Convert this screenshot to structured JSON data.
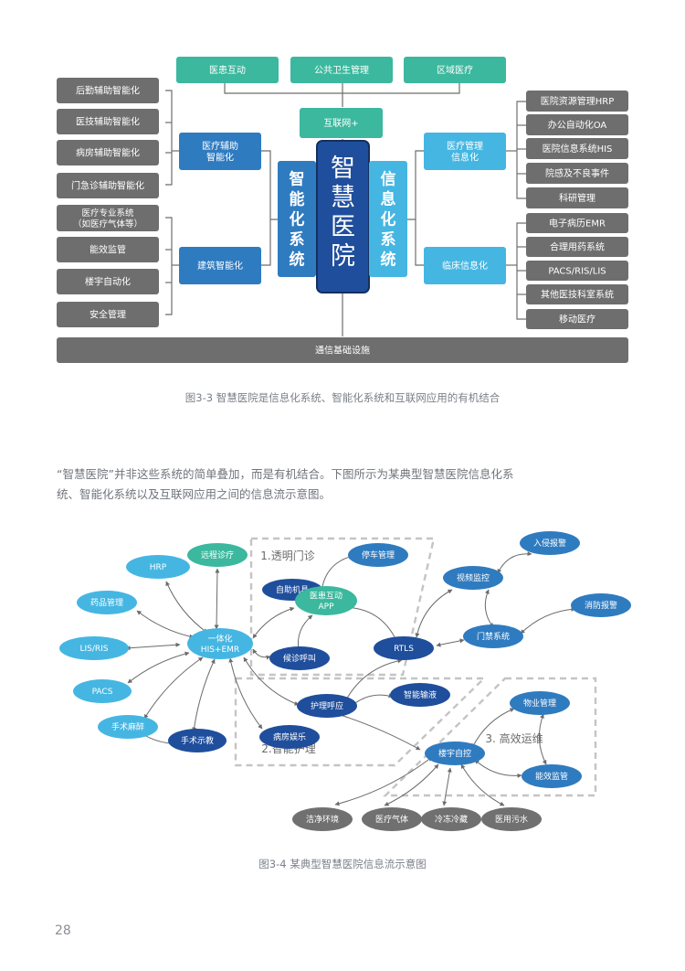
{
  "figure1": {
    "top_boxes": [
      "医患互动",
      "公共卫生管理",
      "区域医疗"
    ],
    "internet": "互联网+",
    "center": "智慧医院",
    "left_system": "智能化系统",
    "right_system": "信息化系统",
    "left_mid": [
      "医疗辅助智能化",
      "建筑智能化"
    ],
    "right_mid": [
      "医疗管理信息化",
      "临床信息化"
    ],
    "left_items_top": [
      "后勤辅助智能化",
      "医技辅助智能化",
      "病房辅助智能化",
      "门急诊辅助智能化"
    ],
    "left_items_bottom": [
      "医疗专业系统（如医疗气体等）",
      "能效监管",
      "楼宇自动化",
      "安全管理"
    ],
    "right_items_top": [
      "医院资源管理HRP",
      "办公自动化OA",
      "医院信息系统HIS",
      "院感及不良事件",
      "科研管理"
    ],
    "right_items_bottom": [
      "电子病历EMR",
      "合理用药系统",
      "PACS/RIS/LIS",
      "其他医技科室系统",
      "移动医疗"
    ],
    "base": "通信基础设施",
    "colors": {
      "teal": "#3bb89e",
      "blue": "#2f7bc0",
      "cyan": "#45b6e2",
      "navy": "#1f4e9c",
      "gray": "#6e6e6e"
    }
  },
  "caption1": "图3-3 智慧医院是信息化系统、智能化系统和互联网应用的有机结合",
  "paragraph": "“智慧医院”并非这些系统的简单叠加，而是有机结合。下图所示为某典型智慧医院信息化系统、智能化系统以及互联网应用之间的信息流示意图。",
  "figure2": {
    "regions": [
      "1.透明门诊",
      "2.智能护理",
      "3. 高效运维"
    ],
    "nodes": {
      "hrp": "HRP",
      "remote": "远程诊疗",
      "pharmacy": "药品管理",
      "lis": "LIS/RIS",
      "hub_line1": "一体化",
      "hub_line2": "HIS+EMR",
      "pacs": "PACS",
      "anesthesia": "手术麻醉",
      "surgery_show": "手术示教",
      "entertainment": "病房娱乐",
      "self_service": "自助机具",
      "app_line1": "医患互动",
      "app_line2": "APP",
      "parking": "停车管理",
      "queue_call": "候诊呼叫",
      "rtls": "RTLS",
      "video": "视频监控",
      "intrusion": "入侵报警",
      "fire": "消防报警",
      "access": "门禁系统",
      "nurse_call": "护理呼应",
      "infusion": "智能输液",
      "building": "楼宇自控",
      "property": "物业管理",
      "energy": "能效监管",
      "clean": "洁净环境",
      "gas": "医疗气体",
      "cold": "冷冻冷藏",
      "waste": "医用污水"
    },
    "colors": {
      "cyan": "#45b6e2",
      "teal": "#3bb89e",
      "mid": "#2f7bc0",
      "navy": "#1f4e9c",
      "gray": "#707070"
    }
  },
  "caption2": "图3-4 某典型智慧医院信息流示意图",
  "page_number": "28"
}
